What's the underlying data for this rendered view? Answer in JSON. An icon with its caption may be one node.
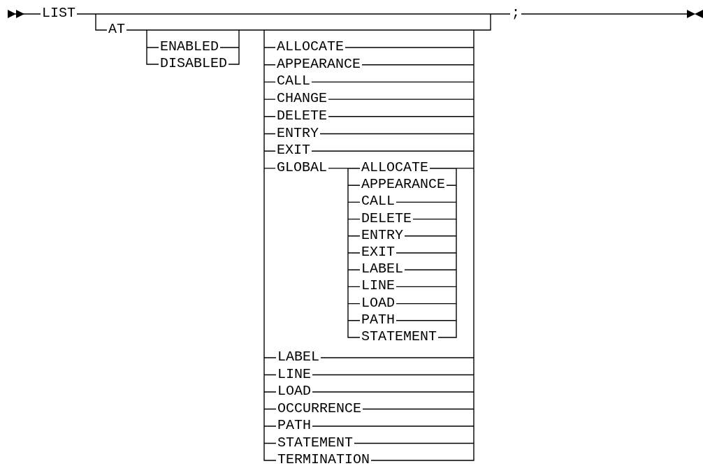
{
  "diagram": {
    "labels": [
      "LIST",
      ";",
      "AT",
      "ENABLED",
      "DISABLED",
      "ALLOCATE",
      "APPEARANCE",
      "CALL",
      "CHANGE",
      "DELETE",
      "ENTRY",
      "EXIT",
      "GLOBAL",
      "ALLOCATE",
      "APPEARANCE",
      "CALL",
      "DELETE",
      "ENTRY",
      "EXIT",
      "LABEL",
      "LINE",
      "LOAD",
      "PATH",
      "STATEMENT",
      "LABEL",
      "LINE",
      "LOAD",
      "OCCURRENCE",
      "PATH",
      "STATEMENT",
      "TERMINATION"
    ]
  }
}
